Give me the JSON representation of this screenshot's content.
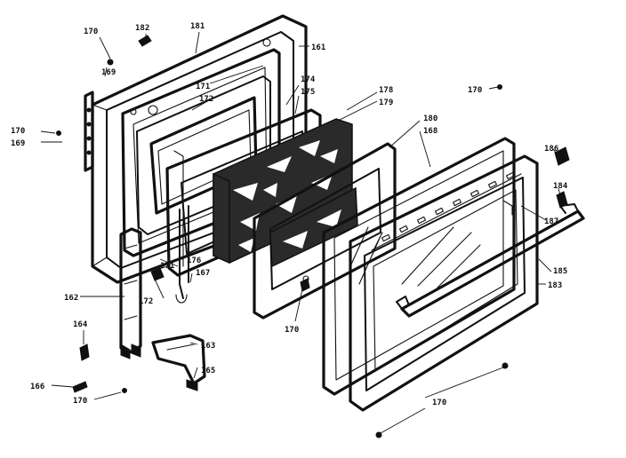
{
  "diagram": {
    "labels": {
      "l170a": "170",
      "l182": "182",
      "l181": "181",
      "l161": "161",
      "l169a": "169",
      "l171a": "171",
      "l172a": "172",
      "l174": "174",
      "l175": "175",
      "l178": "178",
      "l179": "179",
      "l180": "180",
      "l168": "168",
      "l170b": "170",
      "l170c": "170",
      "l169b": "169",
      "l186": "186",
      "l184a": "184",
      "l187": "187",
      "l185": "185",
      "l183": "183",
      "l171b": "171",
      "l176": "176",
      "l167": "167",
      "l172b": "172",
      "l162": "162",
      "l170d": "170",
      "l164": "164",
      "l163": "163",
      "l165": "165",
      "l166": "166",
      "l170e": "170",
      "l170f": "170"
    }
  }
}
